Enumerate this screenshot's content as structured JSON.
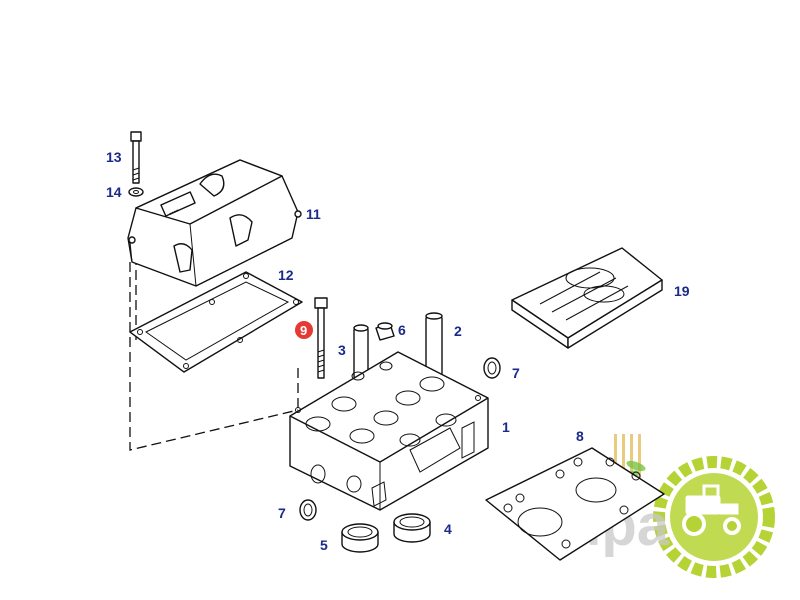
{
  "diagram": {
    "labels": {
      "p1": "1",
      "p2": "2",
      "p3": "3",
      "p4": "4",
      "p5": "5",
      "p6": "6",
      "p7a": "7",
      "p7b": "7",
      "p8": "8",
      "p9": "9",
      "p11": "11",
      "p12": "12",
      "p13": "13",
      "p14": "14",
      "p19": "19"
    },
    "highlight_color": "#e53935",
    "label_color": "#1a2a8a",
    "watermark": {
      "text": "dpa",
      "circle_color": "#b5d334"
    }
  }
}
